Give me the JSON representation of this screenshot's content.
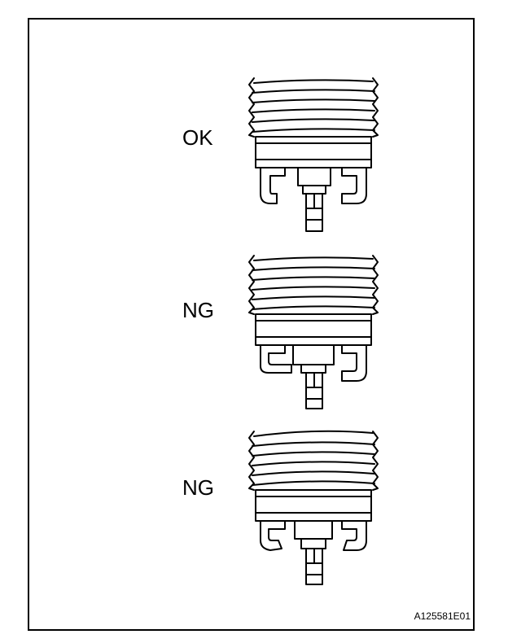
{
  "diagram": {
    "items": [
      {
        "label": "OK"
      },
      {
        "label": "NG"
      },
      {
        "label": "NG"
      }
    ],
    "figure_code": "A125581E01"
  }
}
